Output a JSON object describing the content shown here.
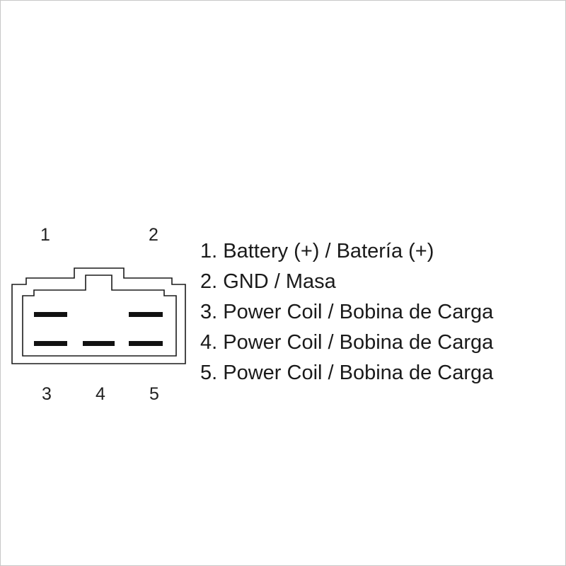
{
  "diagram": {
    "pin_labels_top": [
      "1",
      "2"
    ],
    "pin_labels_bottom": [
      "3",
      "4",
      "5"
    ],
    "line_color": "#1a1a1a",
    "terminal_color": "#111111"
  },
  "legend": [
    "1. Battery (+) / Batería (+)",
    "2. GND / Masa",
    "3. Power Coil / Bobina de Carga",
    "4. Power Coil / Bobina de Carga",
    "5. Power Coil / Bobina de Carga"
  ]
}
